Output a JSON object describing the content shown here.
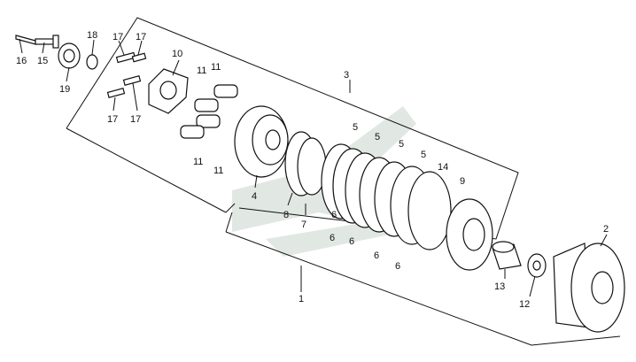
{
  "diagram": {
    "labels": [
      {
        "id": "l16",
        "text": "16"
      },
      {
        "id": "l15",
        "text": "15"
      },
      {
        "id": "l19",
        "text": "19"
      },
      {
        "id": "l18",
        "text": "18"
      },
      {
        "id": "l17a",
        "text": "17"
      },
      {
        "id": "l17b",
        "text": "17"
      },
      {
        "id": "l17c",
        "text": "17"
      },
      {
        "id": "l17d",
        "text": "17"
      },
      {
        "id": "l10",
        "text": "10"
      },
      {
        "id": "l11a",
        "text": "11"
      },
      {
        "id": "l11b",
        "text": "11"
      },
      {
        "id": "l11c",
        "text": "11"
      },
      {
        "id": "l11d",
        "text": "11"
      },
      {
        "id": "l3",
        "text": "3"
      },
      {
        "id": "l4",
        "text": "4"
      },
      {
        "id": "l8",
        "text": "8"
      },
      {
        "id": "l7",
        "text": "7"
      },
      {
        "id": "l5a",
        "text": "5"
      },
      {
        "id": "l5b",
        "text": "5"
      },
      {
        "id": "l5c",
        "text": "5"
      },
      {
        "id": "l5d",
        "text": "5"
      },
      {
        "id": "l6a",
        "text": "6"
      },
      {
        "id": "l6b",
        "text": "6"
      },
      {
        "id": "l6c",
        "text": "6"
      },
      {
        "id": "l6d",
        "text": "6"
      },
      {
        "id": "l6e",
        "text": "6"
      },
      {
        "id": "l14",
        "text": "14"
      },
      {
        "id": "l9",
        "text": "9"
      },
      {
        "id": "l1",
        "text": "1"
      },
      {
        "id": "l2",
        "text": "2"
      },
      {
        "id": "l13",
        "text": "13"
      },
      {
        "id": "l12",
        "text": "12"
      }
    ]
  }
}
